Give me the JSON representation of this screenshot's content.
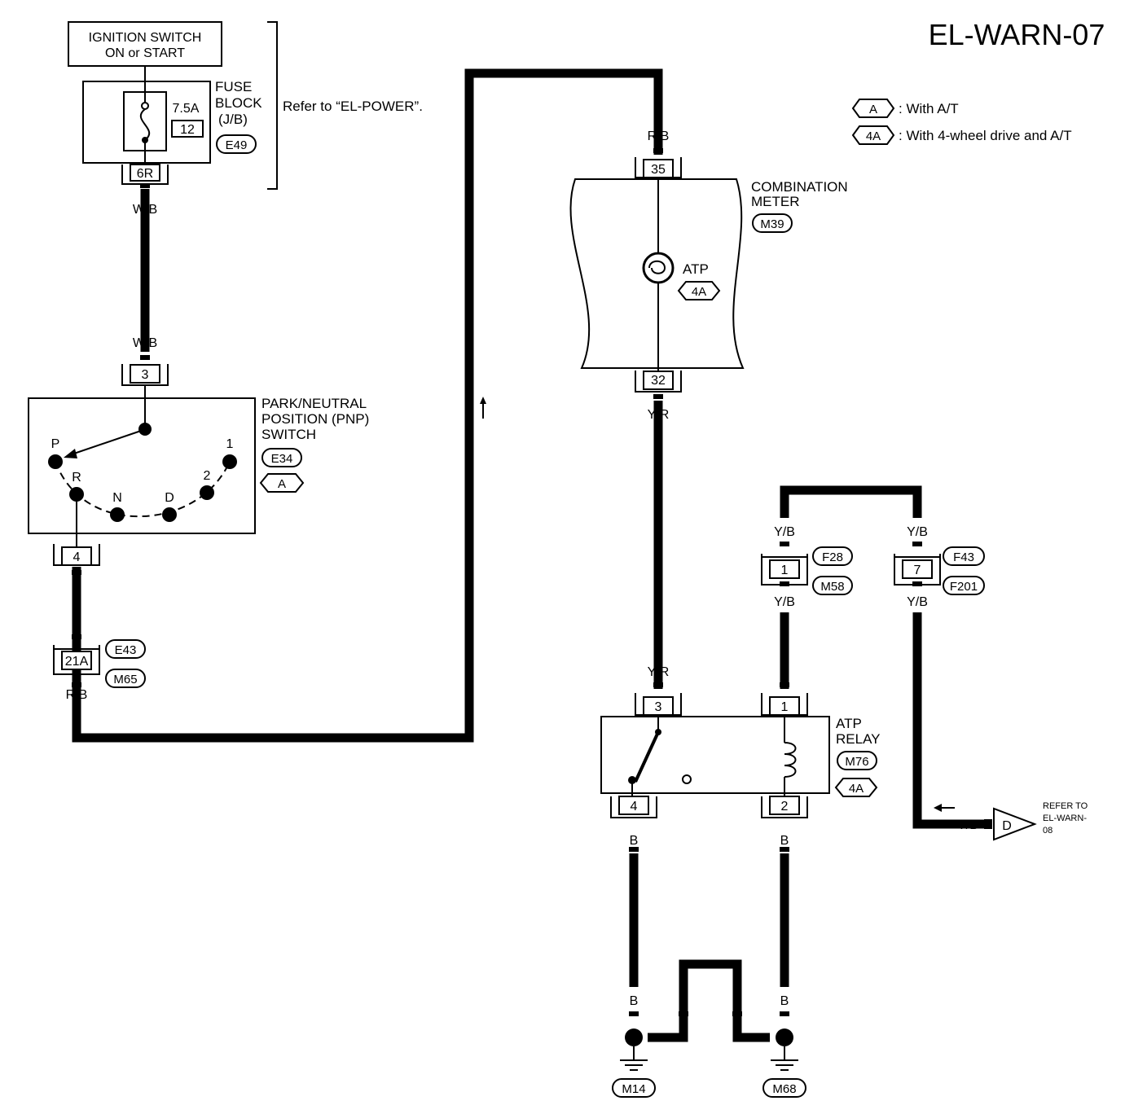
{
  "page_id": "EL-WARN-07",
  "legend": [
    {
      "symbol": "A",
      "text": ": With A/T"
    },
    {
      "symbol": "4A",
      "text": ": With 4-wheel drive and A/T"
    }
  ],
  "ignition": {
    "line1": "IGNITION SWITCH",
    "line2": "ON or START"
  },
  "fuse_block": {
    "line1": "FUSE",
    "line2": "BLOCK",
    "line3": "(J/B)",
    "connector": "E49",
    "rating": "7.5A",
    "fuse_no": "12",
    "terminal": "6R",
    "refer": "Refer to “EL-POWER”."
  },
  "pnp": {
    "line1": "PARK/NEUTRAL",
    "line2": "POSITION (PNP)",
    "line3": "SWITCH",
    "connector": "E34",
    "option": "A",
    "term_in": "3",
    "term_out": "4",
    "positions": {
      "p": "P",
      "r": "R",
      "n": "N",
      "d": "D",
      "two": "2",
      "one": "1"
    }
  },
  "meter": {
    "line1": "COMBINATION",
    "line2": "METER",
    "connector": "M39",
    "term_in": "35",
    "term_out": "32",
    "lamp": "ATP",
    "option": "4A"
  },
  "joint": {
    "terminal": "21A",
    "conn1": "E43",
    "conn2": "M65"
  },
  "relay": {
    "line1": "ATP",
    "line2": "RELAY",
    "connector": "M76",
    "option": "4A",
    "t3": "3",
    "t1": "1",
    "t4": "4",
    "t2": "2"
  },
  "yb_left": {
    "terminal": "1",
    "conn1": "F28",
    "conn2": "M58"
  },
  "yb_right": {
    "terminal": "7",
    "conn1": "F43",
    "conn2": "F201"
  },
  "wires": {
    "wb": "W/B",
    "rb": "R/B",
    "yr": "Y/R",
    "yb": "Y/B",
    "b": "B"
  },
  "grounds": {
    "left": "M14",
    "right": "M68"
  },
  "refer": {
    "letter": "D",
    "line1": "REFER TO",
    "line2": "EL-WARN-",
    "line3": "08"
  }
}
